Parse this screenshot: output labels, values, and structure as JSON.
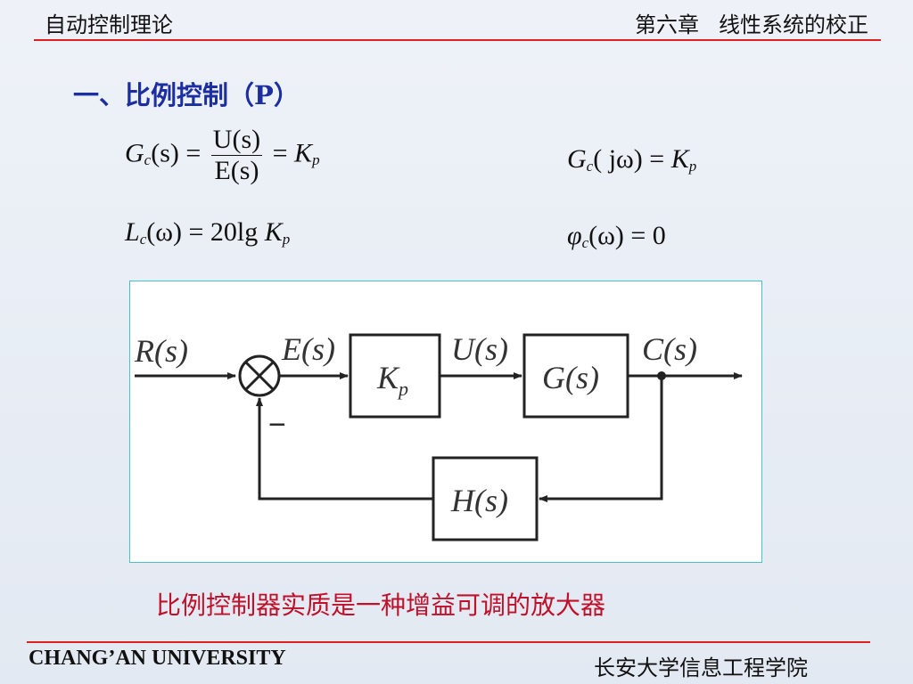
{
  "header": {
    "course": "自动控制理论",
    "chapter": "第六章",
    "chapter_title": "线性系统的校正"
  },
  "section": {
    "number": "一、比例控制（",
    "letter": "P",
    "close": "）"
  },
  "equations": {
    "gc_s": {
      "G": "G",
      "c": "c",
      "arg": "(s)",
      "eq": " = ",
      "num": "U(s)",
      "den": "E(s)",
      "eq2": " = ",
      "K": "K",
      "p": "p"
    },
    "gc_jw": {
      "G": "G",
      "c": "c",
      "arg": "( jω)",
      "eq": " = ",
      "K": "K",
      "p": "p"
    },
    "lc": {
      "L": "L",
      "c": "c",
      "arg": "(ω)",
      "eq": " = 20lg ",
      "K": "K",
      "p": "p"
    },
    "phic": {
      "phi": "φ",
      "c": "c",
      "arg": "(ω)",
      "eq": " = 0"
    }
  },
  "diagram": {
    "input": "R(s)",
    "error": "E(s)",
    "controller": "K",
    "controller_sub": "p",
    "control": "U(s)",
    "plant": "G(s)",
    "output": "C(s)",
    "feedback": "H(s)",
    "minus_sign": "−"
  },
  "caption": "比例控制器实质是一种增益可调的放大器",
  "footer": {
    "university": "CHANG’AN UNIVERSITY",
    "school": "长安大学信息工程学院"
  },
  "colors": {
    "accent_rule": "#e02020",
    "title": "#1d2fa0",
    "caption": "#c0102a",
    "diagram_border": "#46c3c8"
  }
}
